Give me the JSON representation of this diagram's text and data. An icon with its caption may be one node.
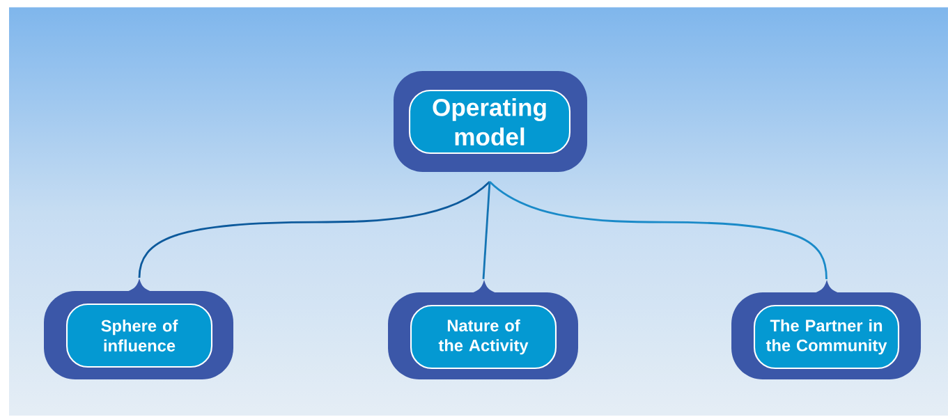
{
  "diagram": {
    "nodes": [
      {
        "text": [
          "Operating model"
        ]
      },
      {
        "text": [
          "Sphere of influence"
        ]
      },
      {
        "text": [
          "Nature of the Activity"
        ]
      },
      {
        "text": [
          "The Partner in the Community"
        ]
      }
    ],
    "edges": [
      {
        "from": 0,
        "to": 1,
        "arrow": "none"
      },
      {
        "from": 0,
        "to": 2,
        "arrow": "none"
      },
      {
        "from": 0,
        "to": 3,
        "arrow": "none"
      }
    ]
  }
}
